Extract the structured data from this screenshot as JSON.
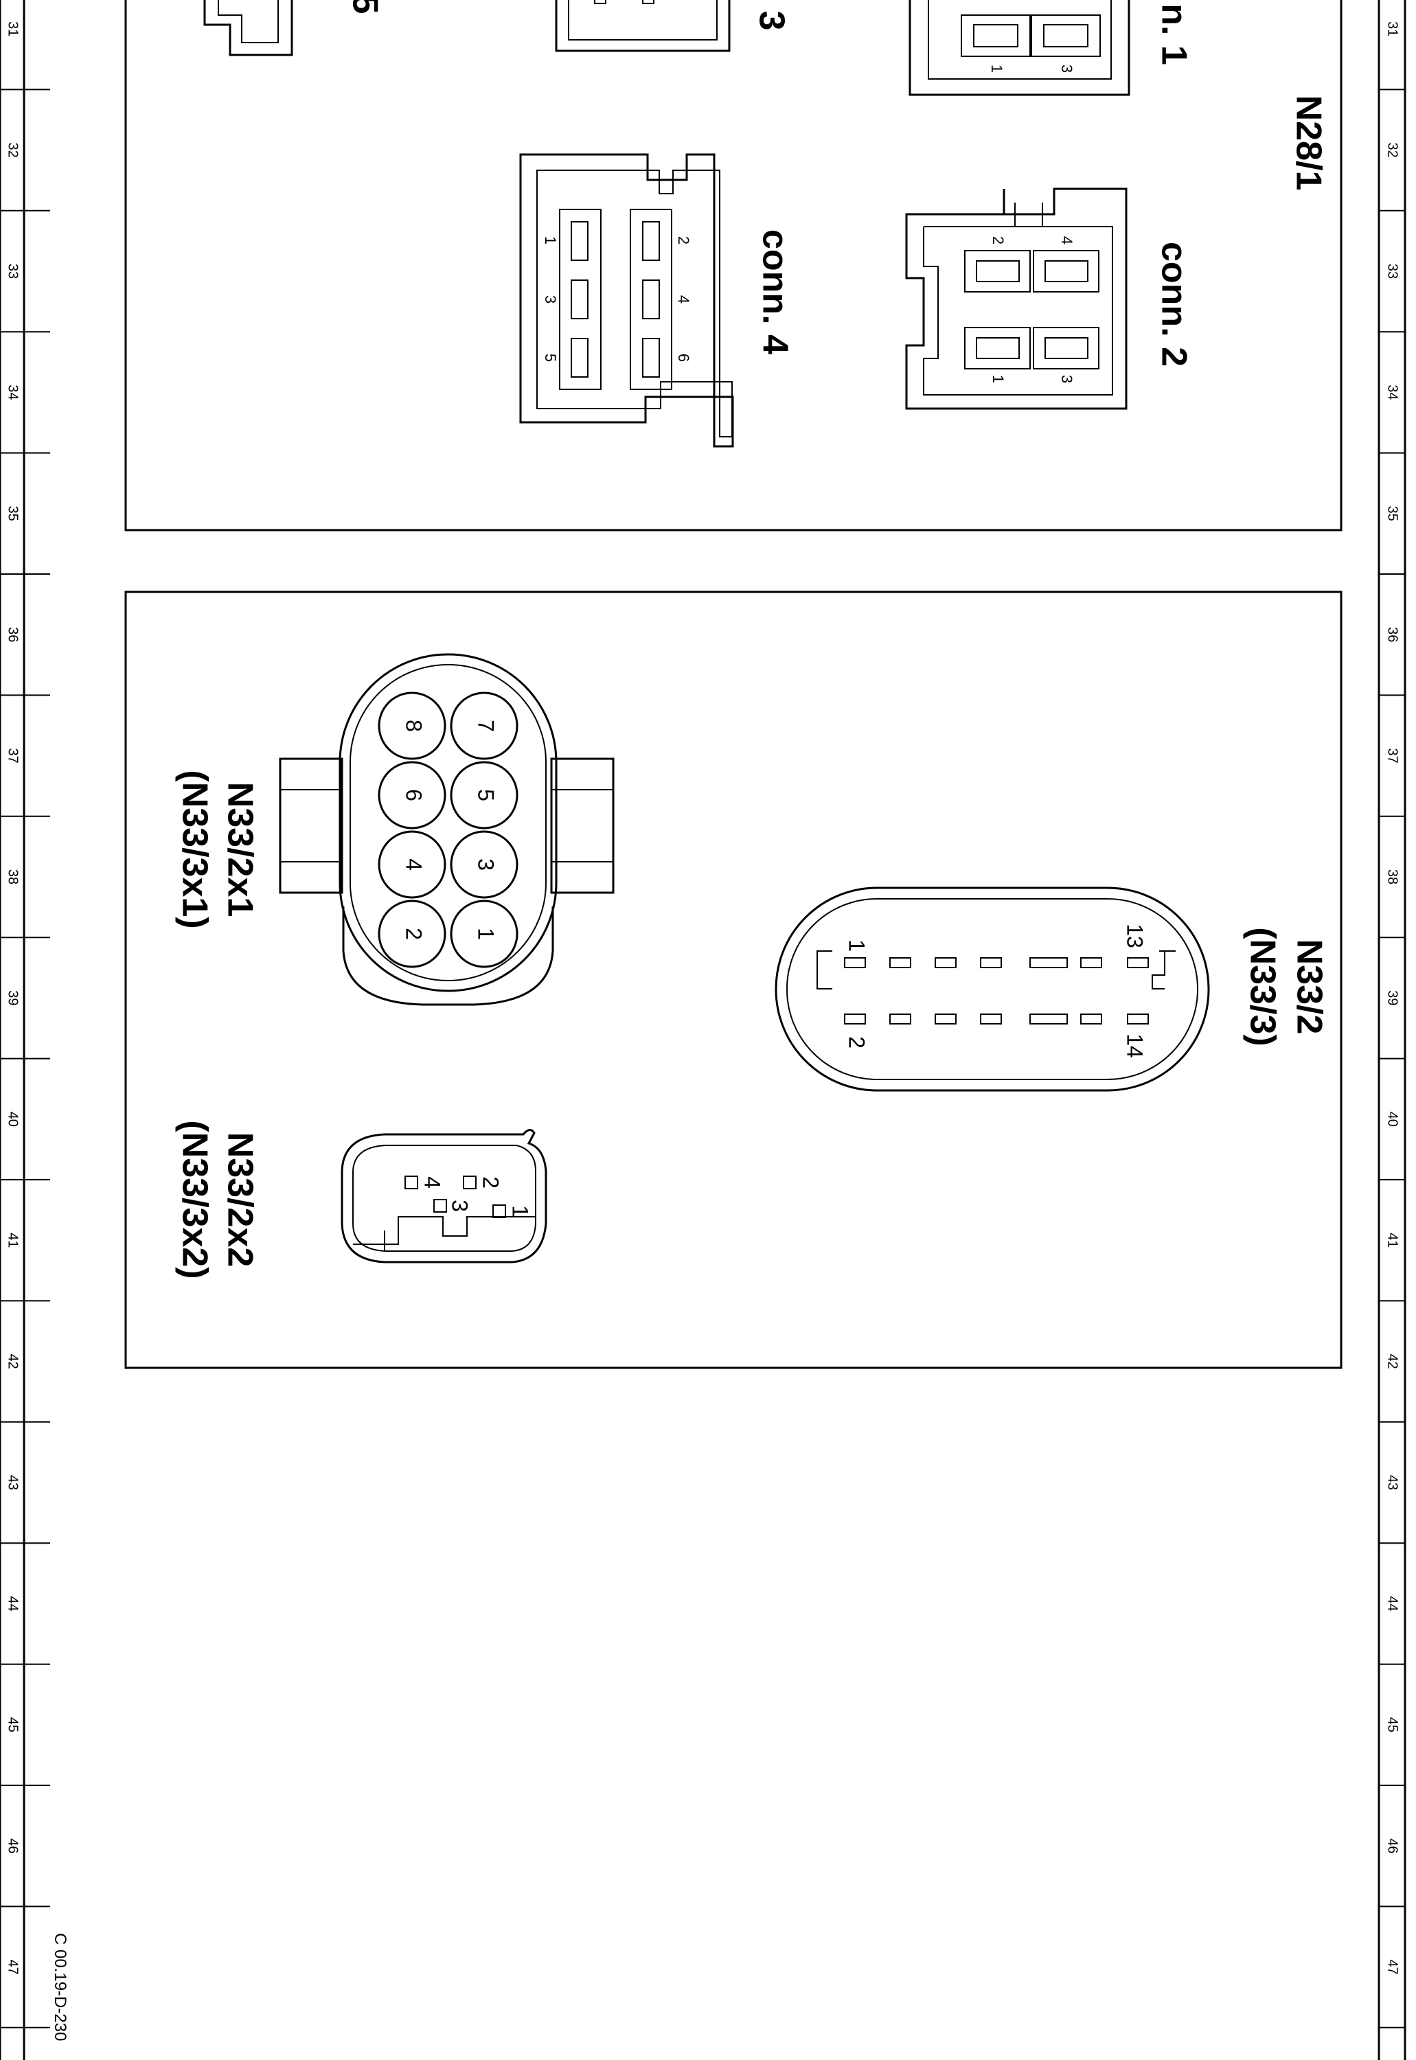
{
  "page": {
    "reference_code": "C 00.19-D-230"
  },
  "ruler": {
    "ticks": [
      "31",
      "32",
      "33",
      "34",
      "35",
      "36",
      "37",
      "38",
      "39",
      "40",
      "41",
      "42",
      "43",
      "44",
      "45",
      "46",
      "47"
    ]
  },
  "panel_top": {
    "title": "N28/1",
    "partial_label_left": "5",
    "partial_label_middle": "3",
    "partial_label_right": "n. 1",
    "conn1": {
      "pins": [
        "1",
        "3"
      ]
    },
    "conn2": {
      "label": "conn. 2",
      "pins": [
        "2",
        "4",
        "1",
        "3"
      ]
    },
    "conn4": {
      "label": "conn. 4",
      "pins": [
        "1",
        "3",
        "5",
        "2",
        "4",
        "6"
      ]
    }
  },
  "panel_bottom": {
    "conn_8pin": {
      "label_line1": "N33/2x1",
      "label_line2": "(N33/3x1)",
      "pins": [
        "7",
        "5",
        "3",
        "1",
        "8",
        "6",
        "4",
        "2"
      ]
    },
    "conn_14pin": {
      "label_line1": "N33/2",
      "label_line2": "(N33/3)",
      "pins": [
        "13",
        "14",
        "1",
        "2"
      ]
    },
    "conn_4pin": {
      "label_line1": "N33/2x2",
      "label_line2": "(N33/3x2)",
      "pins": [
        "2",
        "4",
        "3",
        "1"
      ]
    }
  }
}
